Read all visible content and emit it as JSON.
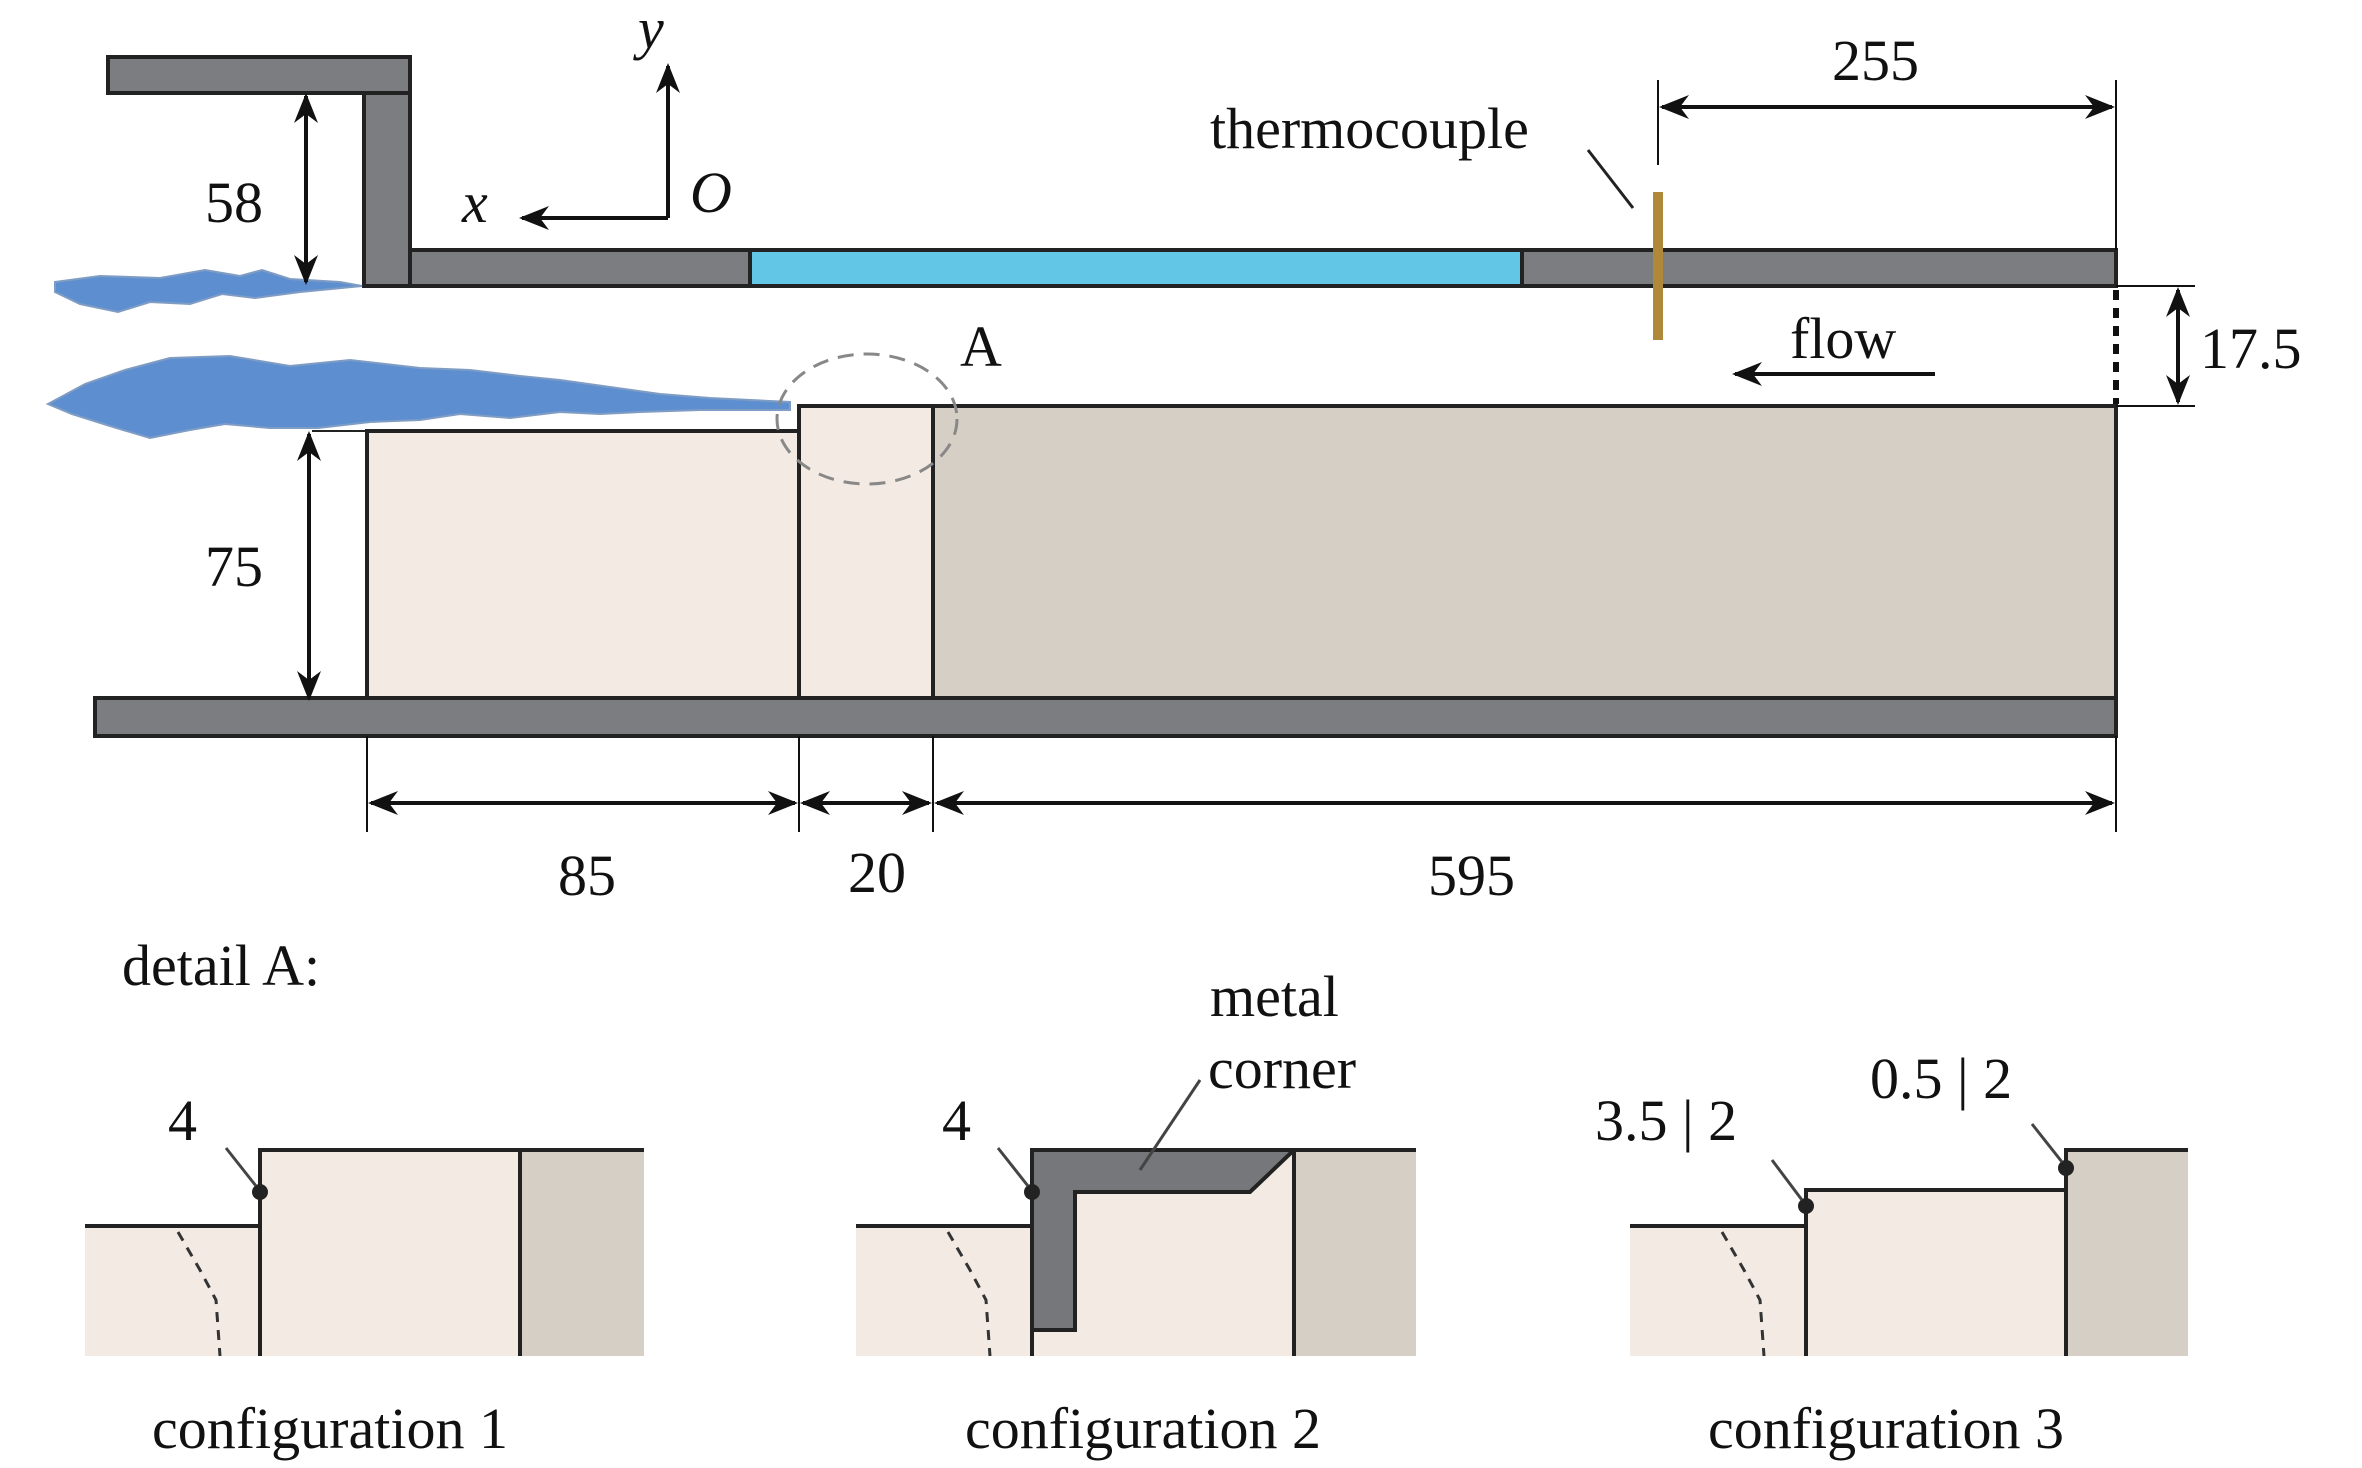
{
  "labels": {
    "thermocouple": "thermocouple",
    "flow": "flow",
    "detail_point": "A",
    "detail_heading": "detail A:",
    "metal_corner_line1": "metal",
    "metal_corner_line2": "corner"
  },
  "axes": {
    "x": "x",
    "y": "y",
    "origin": "O"
  },
  "dimensions": {
    "d58": "58",
    "d75": "75",
    "d85": "85",
    "d20": "20",
    "d595": "595",
    "d255": "255",
    "d17_5": "17.5",
    "c1_marker": "4",
    "c2_marker": "4",
    "c3_marker_left": "3.5 | 2",
    "c3_marker_right": "0.5 | 2"
  },
  "configurations": [
    {
      "label": "configuration 1"
    },
    {
      "label": "configuration 2"
    },
    {
      "label": "configuration 3"
    }
  ],
  "colors": {
    "wall": "#7c7d80",
    "window": "#62c6e6",
    "flame": "#5d8fd0",
    "upstream_block": "#f3ebe3",
    "downstream_block": "#d6cfc6",
    "thermocouple": "#b0883a",
    "metal_corner": "#76777a"
  }
}
